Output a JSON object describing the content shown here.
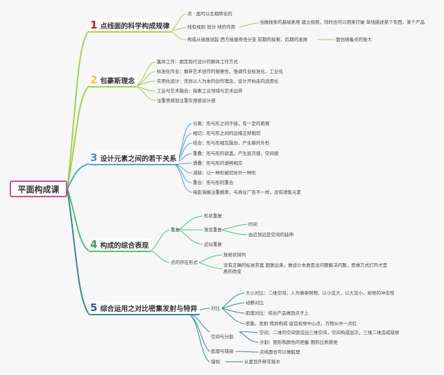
{
  "root": "平面构成课",
  "colors": {
    "root_border": "#d24a93",
    "branch1": "#a3d04c",
    "branch2": "#a3d04c",
    "branch3": "#4fa2dd",
    "branch4": "#4fc07a",
    "branch5": "#2e8c90"
  },
  "branches": [
    {
      "num": "1",
      "label": "点线面的科学构成规律",
      "items": [
        "点 · 面可以互相转化的",
        "线有规则 划分 线的作用",
        "当做线条的基础来用 建立规则，同时也可以用来打破 单线描述某个东西，某个产品",
        "构成从绘画说起 西方绘画奇怪分支 前期的探索，后期的发展",
        "面也随着点的放大"
      ]
    },
    {
      "num": "2",
      "label": "包豪斯理念",
      "items": [
        "集体工作：跟定现代设计的群体工作方式",
        "标准化作业：摒弃艺术创作的随意性，强调作业标准化，工业化",
        "实用化设计：崇尚以人为本的创作理念，设计开始走向适用化",
        "工业与艺术融合：探索工业领域与艺术边界",
        "注重美感到注重实用感设计感"
      ]
    },
    {
      "num": "3",
      "label": "设计元素之间的若干关系",
      "items": [
        "分离：形与形之间不接，有一定的距离",
        "相切：形与形之间的边缘正好相切",
        "结合：形与形相互融合，产生新的外形",
        "重叠：形与形的遮盖，产生层次感，空间感",
        "透叠：形与形的透明相交",
        "减缺：以一种形被切另外一种形",
        "重合：形与形的重合",
        "电影海报注重概率，与商业广告不一样，没有销售元素"
      ]
    },
    {
      "num": "4",
      "label": "构成的综合表现",
      "groups": [
        {
          "label": "重复",
          "items": [
            {
              "label": "形状重复"
            },
            {
              "label": "渐变重复",
              "children": [
                "时间",
                "由近到远是空间的延伸"
              ]
            },
            {
              "label": "近似重复"
            }
          ]
        },
        {
          "label": "点的存在形式",
          "items": [
            {
              "label": "放射状排列"
            },
            {
              "label": "没有正确的标准答案 跟脱出来。做设计本质是出问题解决问题，思维方式打开才是质的改变"
            }
          ]
        }
      ]
    },
    {
      "num": "5",
      "label": "综合运用之对比密集发射与特异",
      "groups": [
        {
          "label": "对比",
          "items": [
            "大小对比：二维空间，人为做参照物，以小见大，以大见小，视觉的冲击性",
            "动静对比",
            "肌理对比：结合产品做到点子上",
            "密集，发射 特异构成 留造视觉中心点，万物从中一点红"
          ]
        },
        {
          "label": "空间与分割",
          "items": [
            "空间：二维的空间营造出三维空间，空间构成层次，三维二维造成错觉",
            "分割：图形和颜色的把握 图形比例感觉"
          ]
        },
        {
          "label": "肌理与错视",
          "items": [
            "点线面也可以做肌理"
          ]
        },
        {
          "label": "错视",
          "items": [
            "从里到外移花接木"
          ]
        }
      ]
    }
  ]
}
